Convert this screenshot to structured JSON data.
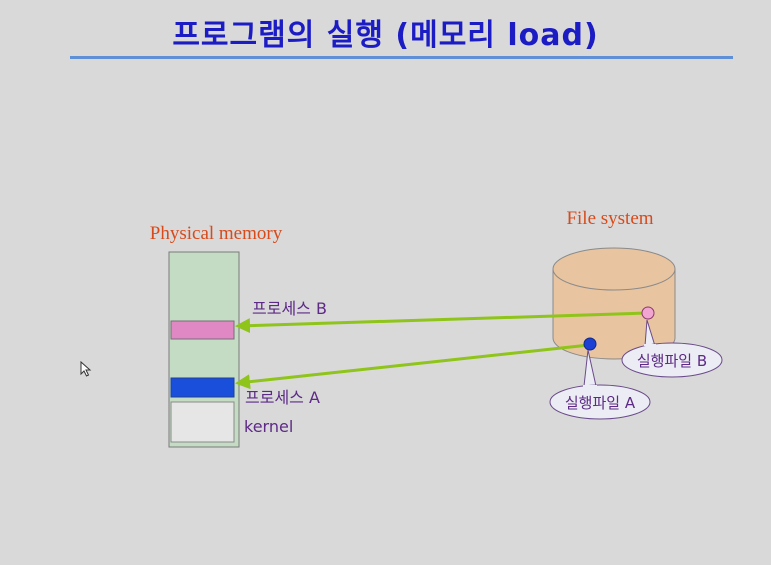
{
  "slide": {
    "title": "프로그램의 실행 (메모리 load)"
  },
  "physical_memory": {
    "label": "Physical memory",
    "process_b_label": "프로세스 B",
    "process_a_label": "프로세스 A",
    "kernel_label": "kernel"
  },
  "file_system": {
    "label": "File system",
    "exec_file_b_label": "실행파일 B",
    "exec_file_a_label": "실행파일 A"
  },
  "colors": {
    "title": "#1c1cc4",
    "label_red": "#d84a1a",
    "text_purple": "#5d2a86",
    "memory_bg": "#c3dcc3",
    "process_b": "#e088c3",
    "process_a": "#1a4fdc",
    "kernel_bg": "#e6e6e6",
    "arrow": "#8fc41a",
    "disk": "#e8c4a0",
    "dot_b": "#f0a6d0",
    "dot_a": "#1c3fd4",
    "callout_bg": "#ececf4"
  }
}
